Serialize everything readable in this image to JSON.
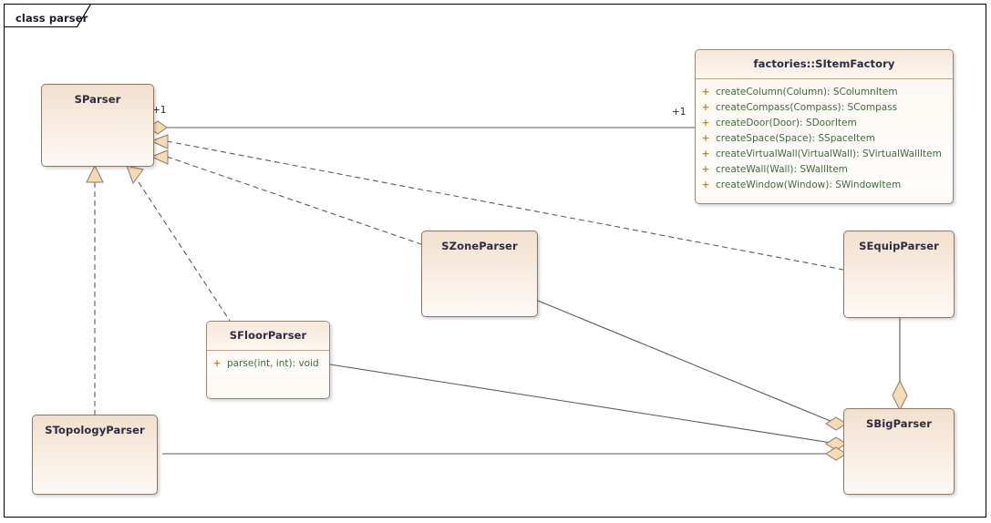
{
  "frame": {
    "tab_label": "class parser"
  },
  "colors": {
    "class_border": "#8a7766",
    "class_fill_top": "#f2e0cd",
    "class_fill_bottom": "#fdf9f5",
    "connector": "#5a5a5a",
    "diamond_fill": "#f5dcb4",
    "visibility_plus": "#b9892f",
    "signature_text": "#3d6b3d",
    "class_name_text": "#2b2b44"
  },
  "classes": {
    "sparser": {
      "name": "SParser"
    },
    "item_factory": {
      "name": "factories::SItemFactory",
      "methods": [
        {
          "visibility": "+",
          "signature": "createColumn(Column): SColumnItem"
        },
        {
          "visibility": "+",
          "signature": "createCompass(Compass): SCompass"
        },
        {
          "visibility": "+",
          "signature": "createDoor(Door): SDoorItem"
        },
        {
          "visibility": "+",
          "signature": "createSpace(Space): SSpaceItem"
        },
        {
          "visibility": "+",
          "signature": "createVirtualWall(VirtualWall): SVirtualWallItem"
        },
        {
          "visibility": "+",
          "signature": "createWall(Wall): SWallItem"
        },
        {
          "visibility": "+",
          "signature": "createWindow(Window): SWindowItem"
        }
      ]
    },
    "szone": {
      "name": "SZoneParser"
    },
    "sequip": {
      "name": "SEquipParser"
    },
    "sfloor": {
      "name": "SFloorParser",
      "methods": [
        {
          "visibility": "+",
          "signature": "parse(int, int): void"
        }
      ]
    },
    "stopology": {
      "name": "STopologyParser"
    },
    "sbig": {
      "name": "SBigParser"
    }
  },
  "multiplicities": {
    "sparser_side": "+1",
    "factory_side": "+1"
  }
}
